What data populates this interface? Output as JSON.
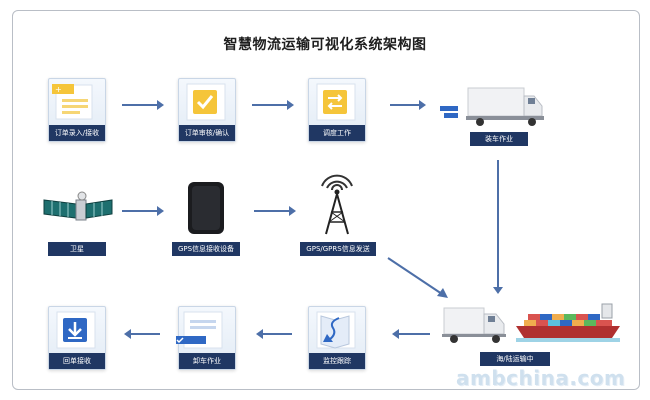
{
  "diagram": {
    "title": "智慧物流运输可视化系统架构图",
    "nodes": {
      "order_entry": "订单录入/接收",
      "order_review": "订单审核/确认",
      "dispatch": "调度工作",
      "loading": "装车作业",
      "satellite": "卫星",
      "gps_receiver": "GPS信息接收设备",
      "gps_gprs_send": "GPS/GPRS信息发送",
      "in_transit": "海/陆运输中",
      "monitoring": "监控跟踪",
      "unloading": "卸车作业",
      "receipt_return": "回单接收"
    },
    "watermark": "ambchina.com"
  },
  "colors": {
    "accent": "#203763",
    "arrow": "#4d6fa8",
    "tile_yellow": "#f5c53a",
    "tile_blue": "#2f68c4"
  }
}
